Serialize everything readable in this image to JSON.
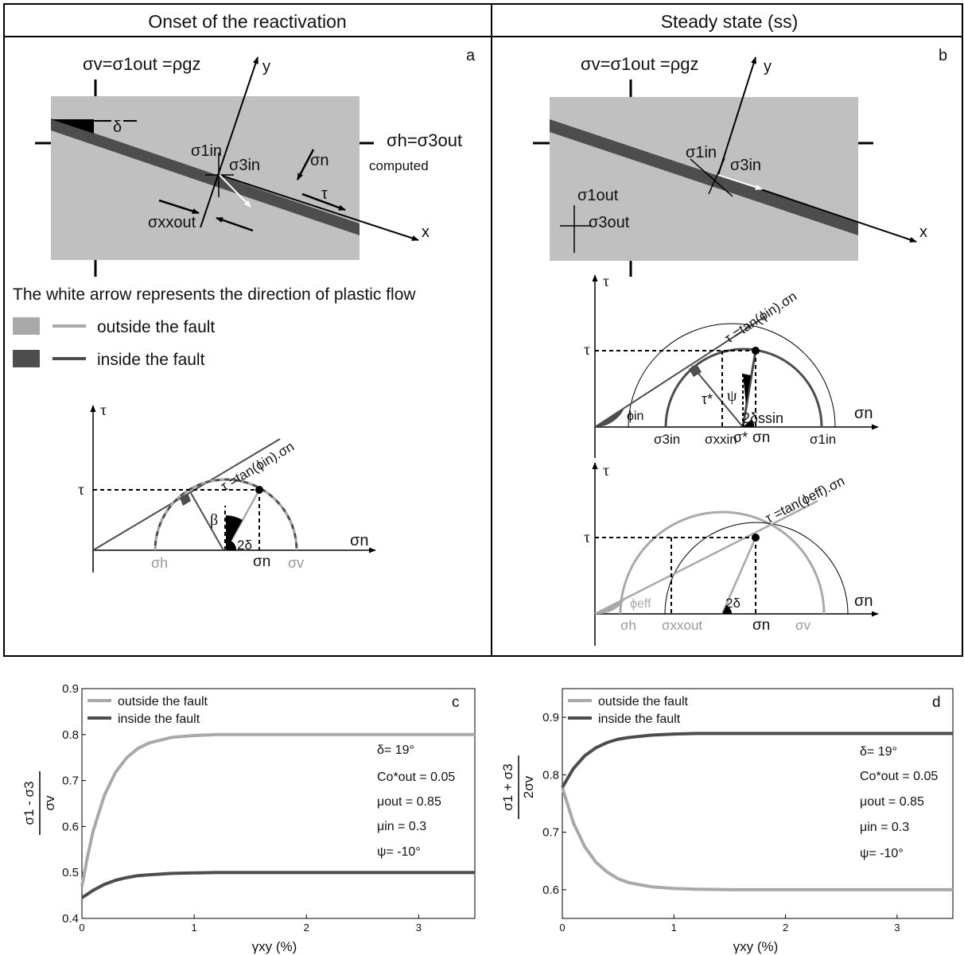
{
  "panels": {
    "left_title": "Onset of the reactivation",
    "right_title": "Steady state (ss)"
  },
  "panel_a": {
    "letter": "a",
    "sv_eq": "σv=σ1out =ρgz",
    "sh_eq": "σh=σ3out",
    "computed": "computed",
    "delta": "δ",
    "s1in": "σ1in",
    "s3in": "σ3in",
    "sn": "σn",
    "tau": "τ",
    "sxx": "σxxout",
    "axis_x": "x",
    "axis_y": "y",
    "white_arrow_text": "The white arrow represents the direction of plastic flow",
    "legend_outside": "outside the fault",
    "legend_inside": "inside the fault",
    "mohr": {
      "tau": "τ",
      "sn": "σn",
      "line_label": "τ =tan(ϕin).σn",
      "tau_tick": "τ",
      "sh": "σh",
      "sv": "σv",
      "sn_tick": "σn",
      "beta": "β",
      "two_delta": "2δ"
    }
  },
  "panel_b": {
    "letter": "b",
    "sv_eq": "σv=σ1out =ρgz",
    "s1in": "σ1in",
    "s3in": "σ3in",
    "s1out": "σ1out",
    "s3out": "σ3out",
    "axis_x": "x",
    "axis_y": "y",
    "mohr1": {
      "tau": "τ",
      "sn": "σn",
      "line_label": "τ =tan(ϕin).σn",
      "tau_tick": "τ",
      "phi": "ϕin",
      "taustar": "τ*",
      "psi": "ψ",
      "two_delta_ss": "2δssin",
      "s3in": "σ3in",
      "sxxin": "σxxin",
      "sstar": "σ*",
      "sn_tick": "σn",
      "s1in": "σ1in"
    },
    "mohr2": {
      "tau": "τ",
      "sn": "σn",
      "line_label": "τ =tan(ϕeff).σn",
      "tau_tick": "τ",
      "phi": "ϕeff",
      "two_delta": "2δ",
      "sh": "σh",
      "sxxout": "σxxout",
      "sn_tick": "σn",
      "sv": "σv"
    }
  },
  "params": {
    "delta": "δ= 19°",
    "co": "Co*out = 0.05",
    "mu_out": "μout = 0.85",
    "mu_in": "μin = 0.3",
    "psi": "ψ= -10°"
  },
  "colors": {
    "outside": "#a9a9a9",
    "inside": "#4d4d4d",
    "block": "#c0c0c0",
    "fault": "#4d4d4d"
  },
  "chart_data": [
    {
      "type": "line",
      "letter": "c",
      "xlabel": "γxy (%)",
      "ylabel_num": "σ1 - σ3",
      "ylabel_den": "σv",
      "xlim": [
        0,
        3.5
      ],
      "ylim": [
        0.4,
        0.9
      ],
      "xticks": [
        0,
        1,
        2,
        3
      ],
      "yticks": [
        0.4,
        0.5,
        0.6,
        0.7,
        0.8,
        0.9
      ],
      "grid": false,
      "legend": "top-left",
      "series": [
        {
          "name": "outside the fault",
          "color": "#a9a9a9",
          "x": [
            0,
            0.05,
            0.1,
            0.2,
            0.3,
            0.4,
            0.5,
            0.6,
            0.8,
            1.0,
            1.2,
            1.5,
            2.0,
            2.5,
            3.0,
            3.5
          ],
          "y": [
            0.47,
            0.535,
            0.59,
            0.668,
            0.718,
            0.75,
            0.77,
            0.782,
            0.794,
            0.798,
            0.8,
            0.8,
            0.8,
            0.8,
            0.8,
            0.8
          ]
        },
        {
          "name": "inside the fault",
          "color": "#4d4d4d",
          "x": [
            0,
            0.1,
            0.2,
            0.3,
            0.4,
            0.5,
            0.6,
            0.8,
            1.0,
            1.2,
            1.5,
            2.0,
            2.5,
            3.0,
            3.5
          ],
          "y": [
            0.445,
            0.461,
            0.474,
            0.483,
            0.489,
            0.493,
            0.495,
            0.498,
            0.499,
            0.5,
            0.5,
            0.5,
            0.5,
            0.5,
            0.5
          ]
        }
      ]
    },
    {
      "type": "line",
      "letter": "d",
      "xlabel": "γxy (%)",
      "ylabel_num": "σ1 + σ3",
      "ylabel_den": "2σv",
      "xlim": [
        0,
        3.5
      ],
      "ylim": [
        0.55,
        0.95
      ],
      "xticks": [
        0,
        1,
        2,
        3
      ],
      "yticks": [
        0.6,
        0.7,
        0.8,
        0.9
      ],
      "grid": false,
      "legend": "top-left",
      "series": [
        {
          "name": "outside the fault",
          "color": "#a9a9a9",
          "x": [
            0,
            0.1,
            0.2,
            0.3,
            0.4,
            0.5,
            0.6,
            0.8,
            1.0,
            1.2,
            1.5,
            2.0,
            2.5,
            3.0,
            3.5
          ],
          "y": [
            0.778,
            0.716,
            0.675,
            0.648,
            0.631,
            0.619,
            0.612,
            0.605,
            0.602,
            0.601,
            0.6,
            0.6,
            0.6,
            0.6,
            0.6
          ]
        },
        {
          "name": "inside the fault",
          "color": "#4d4d4d",
          "x": [
            0,
            0.1,
            0.2,
            0.3,
            0.4,
            0.5,
            0.6,
            0.8,
            1.0,
            1.2,
            1.5,
            2.0,
            2.5,
            3.0,
            3.5
          ],
          "y": [
            0.778,
            0.811,
            0.833,
            0.847,
            0.856,
            0.862,
            0.865,
            0.869,
            0.871,
            0.872,
            0.872,
            0.872,
            0.872,
            0.872,
            0.872
          ]
        }
      ]
    }
  ]
}
